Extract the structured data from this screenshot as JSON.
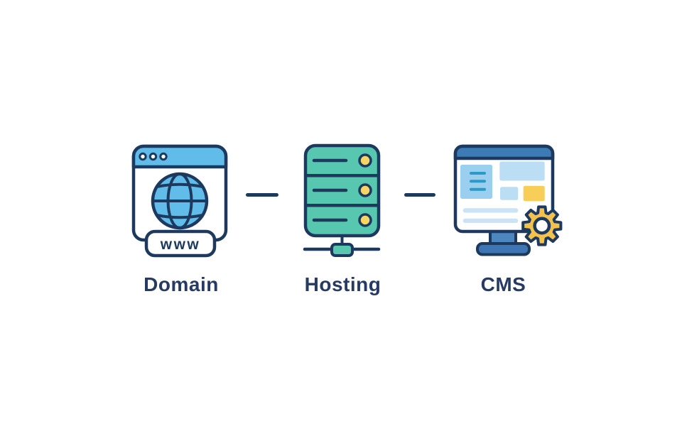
{
  "diagram": {
    "title": "",
    "items": [
      {
        "id": "domain",
        "label": "Domain",
        "icon": "browser-globe-icon",
        "badge": "www"
      },
      {
        "id": "hosting",
        "label": "Hosting",
        "icon": "server-stack-icon"
      },
      {
        "id": "cms",
        "label": "CMS",
        "icon": "monitor-gear-icon"
      }
    ],
    "connectors": 2
  },
  "colors": {
    "outline-navy": "#1d3a5e",
    "sky-blue": "#62bce9",
    "server-teal": "#58c7af",
    "led-yellow": "#f6d565",
    "gear-gold": "#f2c14e",
    "monitor-header-blue": "#3d7bb7",
    "stand-blue": "#4e86c0",
    "stand-base-blue": "#3e76b3",
    "panel-blue": "#9bcfef",
    "light-blue": "#bcdef5",
    "pale-blue": "#cbe3f6",
    "teal-line": "#2b9ac6",
    "amber-block": "#f6ce58",
    "label-navy": "#263a64",
    "canvas-bg": "#ffffff"
  }
}
